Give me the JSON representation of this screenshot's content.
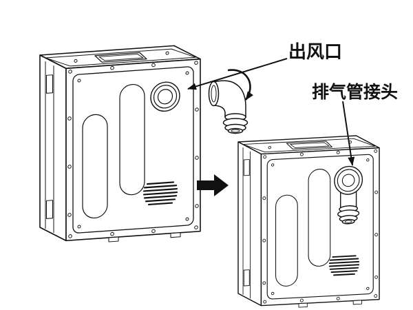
{
  "labels": {
    "air_outlet": "出风口",
    "exhaust_connector": "排气管接头"
  },
  "colors": {
    "ink": "#111111",
    "background": "#ffffff"
  },
  "icons": {
    "step_arrow": "right-block-arrow",
    "rotation_arrow": "curved-rotation-arrow",
    "leader_arrowhead": "solid-triangle-arrowhead"
  }
}
